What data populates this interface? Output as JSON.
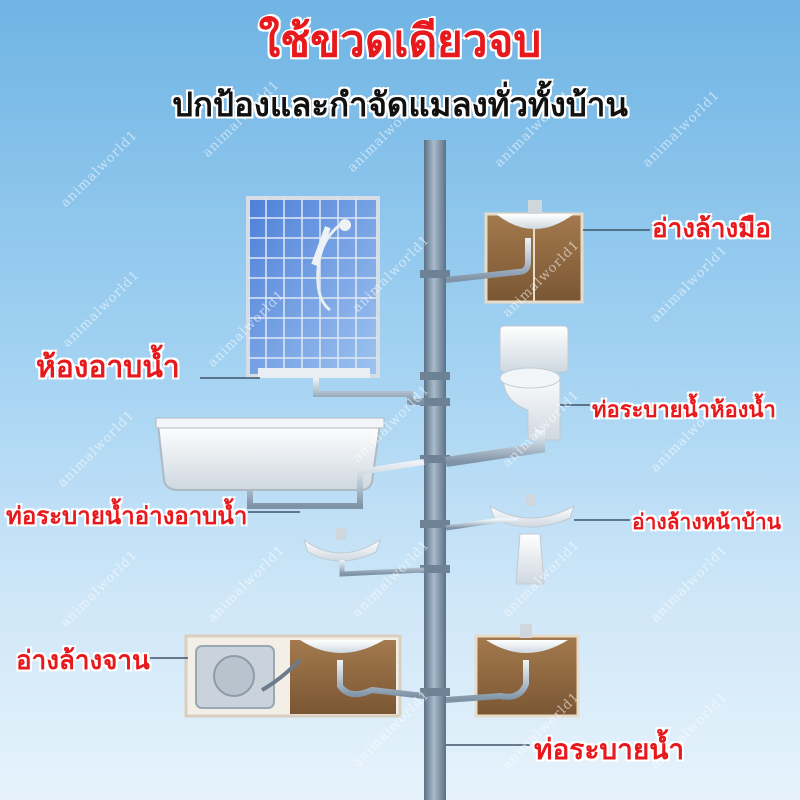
{
  "headline": "ใช้ขวดเดียวจบ",
  "subheadline": "ปกป้องและกำจัดแมลงทั่วทั้งบ้าน",
  "labels": {
    "hand_sink": "อ่างล้างมือ",
    "shower_room": "ห้องอาบน้ำ",
    "toilet_drain": "ท่อระบายน้ำห้องน้ำ",
    "bathtub_drain": "ท่อระบายน้ำอ่างอาบน้ำ",
    "front_sink": "อ่างล้างหน้าบ้าน",
    "dish_sink": "อ่างล้างจาน",
    "main_drain": "ท่อระบายน้ำ"
  },
  "watermark": "animalworld1",
  "colors": {
    "headline": "#e8191d",
    "label": "#e8191d",
    "pipe": "#7f93a6"
  }
}
